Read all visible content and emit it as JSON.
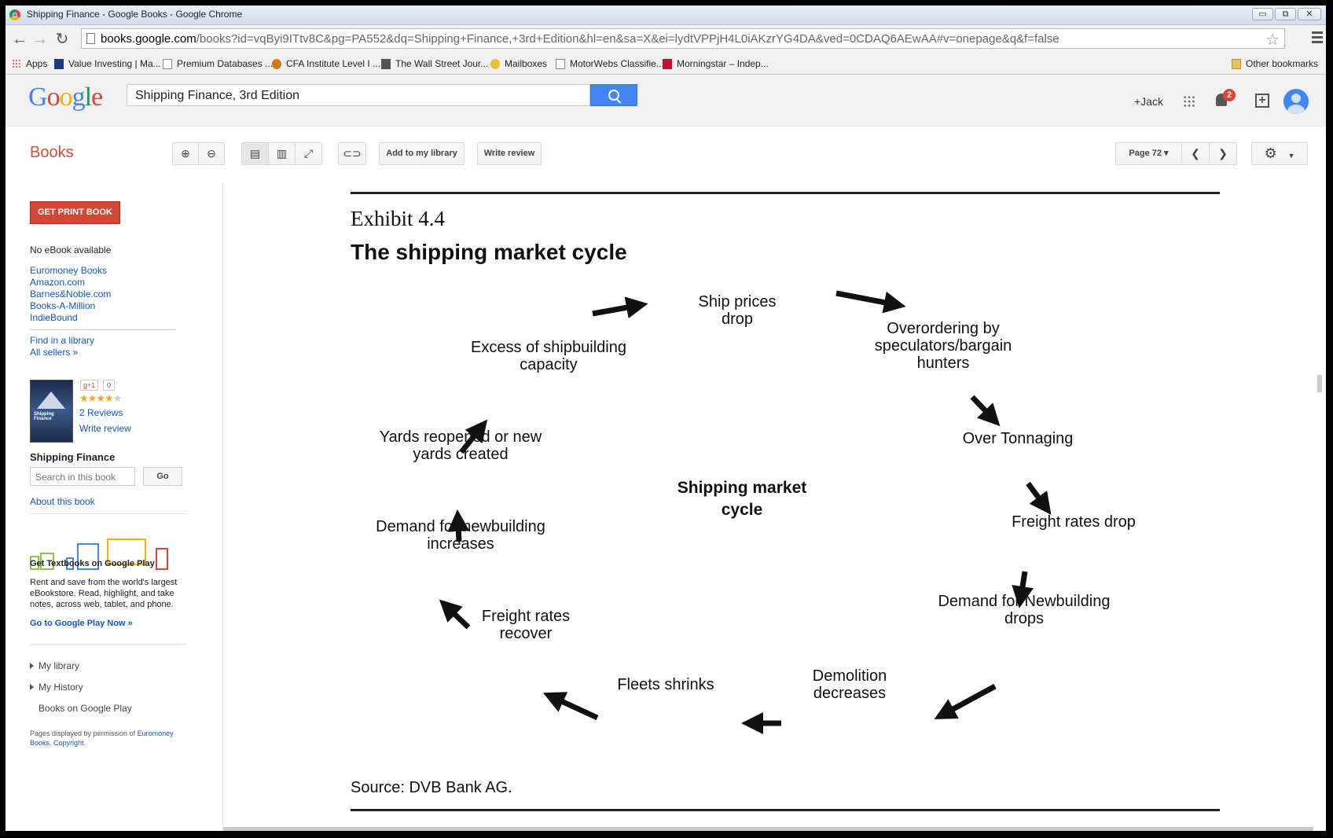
{
  "browser": {
    "window_title": "Shipping Finance - Google Books - Google Chrome",
    "controls": {
      "minimize": "▭",
      "maximize": "⧉",
      "close": "✕"
    },
    "url_host": "books.google.com",
    "url_rest": "/books?id=vqByi9ITtv8C&pg=PA552&dq=Shipping+Finance,+3rd+Edition&hl=en&sa=X&ei=lydtVPPjH4L0iAKzrYG4DA&ved=0CDAQ6AEwAA#v=onepage&q&f=false",
    "bookmarks": [
      {
        "label": "Apps",
        "icon": "apps-icon"
      },
      {
        "label": "Value Investing | Ma...",
        "icon": "site-icon"
      },
      {
        "label": "Premium Databases ...",
        "icon": "page-icon"
      },
      {
        "label": "CFA Institute Level I ...",
        "icon": "site-icon"
      },
      {
        "label": "The Wall Street Jour...",
        "icon": "site-icon"
      },
      {
        "label": "Mailboxes",
        "icon": "site-icon"
      },
      {
        "label": "MotorWebs Classifie...",
        "icon": "page-icon"
      },
      {
        "label": "Morningstar – Indep...",
        "icon": "site-icon"
      }
    ],
    "other_bookmarks": "Other bookmarks"
  },
  "google": {
    "logo": {
      "letters": [
        "G",
        "o",
        "o",
        "g",
        "l",
        "e"
      ],
      "colors": [
        "#4285f4",
        "#db4437",
        "#f4b400",
        "#4285f4",
        "#0f9d58",
        "#db4437"
      ]
    },
    "search_value": "Shipping Finance, 3rd Edition",
    "user": "+Jack",
    "notifications": "2"
  },
  "toolbar": {
    "section": "Books",
    "add_library": "Add to my library",
    "write_review": "Write review",
    "page_selector": "Page 72 ▾"
  },
  "sidebar": {
    "get_print": "GET PRINT BOOK",
    "no_ebook": "No eBook available",
    "sellers": [
      "Euromoney Books",
      "Amazon.com",
      "Barnes&Noble.com",
      "Books-A-Million",
      "IndieBound"
    ],
    "find_library": "Find in a library",
    "all_sellers": "All sellers »",
    "gplus": "g+1",
    "gplus_count": "0",
    "rating": 4,
    "reviews": "2 Reviews",
    "write_review": "Write review",
    "book_title": "Shipping Finance",
    "search_placeholder": "Search in this book",
    "go": "Go",
    "about": "About this book",
    "promo_title": "Get Textbooks on Google Play",
    "promo_line1": "Rent and save from the world's largest",
    "promo_line2": "eBookstore. Read, highlight, and take",
    "promo_line3": "notes, across web, tablet, and phone.",
    "promo_link": "Go to Google Play Now »",
    "my_library": "My library",
    "my_history": "My History",
    "books_play": "Books on Google Play",
    "perm_text": "Pages displayed by permission of",
    "perm_link1": "Euromoney",
    "perm_link2": "Books.",
    "perm_link3": "Copyright."
  },
  "page": {
    "exhibit": "Exhibit 4.4",
    "title": "The shipping market cycle",
    "center": [
      "Shipping market",
      "cycle"
    ],
    "nodes": {
      "ship_prices": [
        "Ship prices",
        "drop"
      ],
      "overordering": [
        "Overordering by",
        "speculators/bargain",
        "hunters"
      ],
      "over_tonnaging": [
        "Over Tonnaging"
      ],
      "freight_drop": [
        "Freight rates drop"
      ],
      "demand_drops": [
        "Demand for Newbuilding",
        "drops"
      ],
      "demolition": [
        "Demolition",
        "decreases"
      ],
      "fleets": [
        "Fleets shrinks"
      ],
      "freight_recover": [
        "Freight rates",
        "recover"
      ],
      "demand_increases": [
        "Demand for newbuilding",
        "increases"
      ],
      "yards": [
        "Yards reopened or new",
        "yards created"
      ],
      "excess": [
        "Excess of shipbuilding",
        "capacity"
      ]
    },
    "source": "Source: DVB Bank AG."
  }
}
